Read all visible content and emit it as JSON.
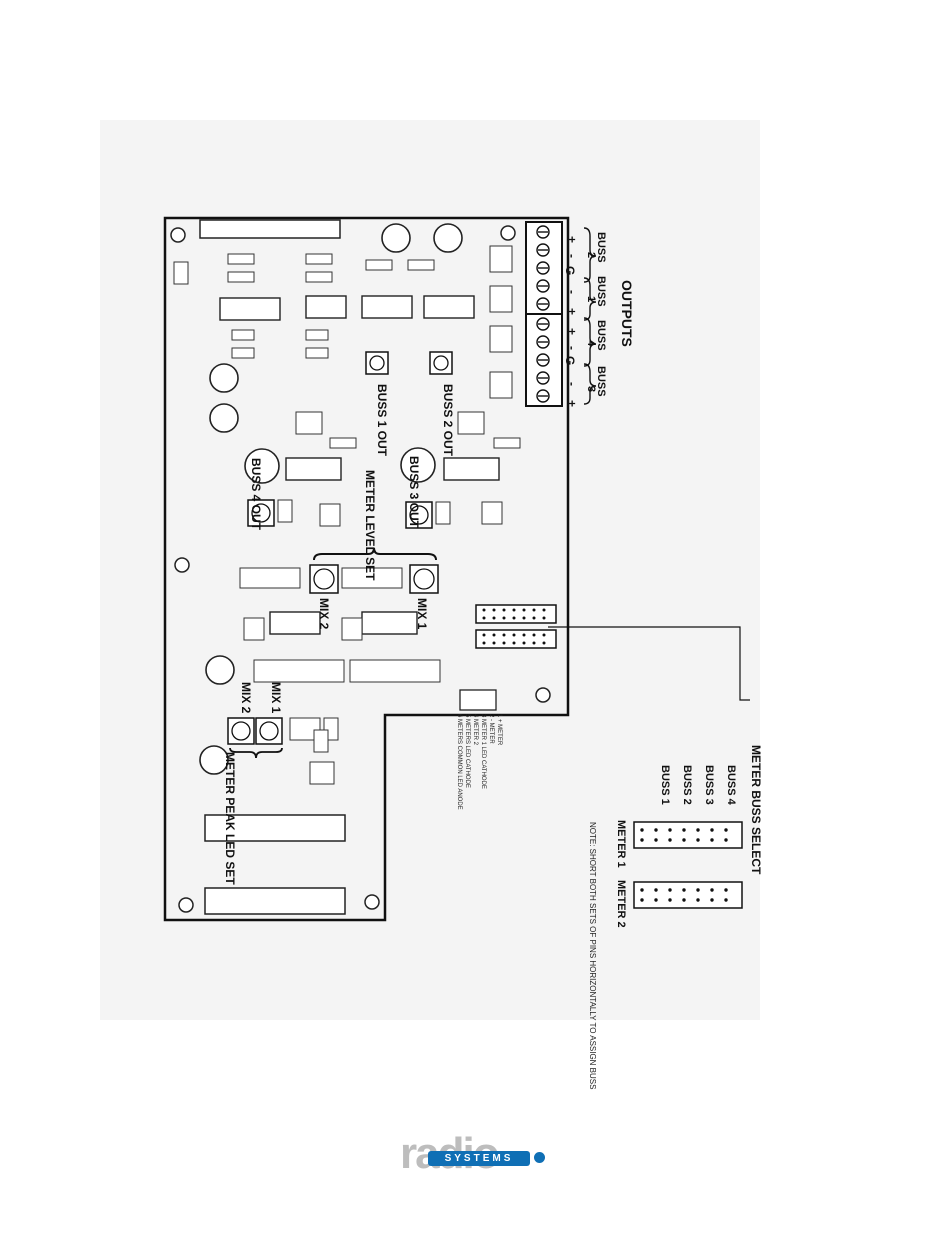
{
  "outputs": {
    "title": "OUTPUTS",
    "groups": [
      {
        "buss": "BUSS",
        "num": "2"
      },
      {
        "buss": "BUSS",
        "num": "1"
      },
      {
        "buss": "BUSS",
        "num": "4"
      },
      {
        "buss": "BUSS",
        "num": "3"
      }
    ],
    "signs": [
      "+",
      "-",
      "G",
      "-",
      "+",
      "+",
      "-",
      "G",
      "-",
      "+"
    ]
  },
  "board": {
    "buss1_out": "BUSS 1 OUT",
    "buss2_out": "BUSS 2 OUT",
    "buss3_out": "BUSS 3 OUT",
    "buss4_out": "BUSS 4 OUT",
    "meter_level_set": "METER LEVEL SET",
    "mix1": "MIX 1",
    "mix2": "MIX 2",
    "meter_peak_led_set": "METER PEAK LED SET",
    "j3_notes": [
      "1 + METER",
      "2 - METER",
      "3 METER 1 LED CATHODE",
      "4 METER 2",
      "5 METERS LED CATHODE",
      "6 METERS COMMON LED ANODE"
    ]
  },
  "meter_select": {
    "title": "METER BUSS SELECT",
    "busses": [
      "BUSS 4",
      "BUSS 3",
      "BUSS 2",
      "BUSS 1"
    ],
    "meter1": "METER 1",
    "meter2": "METER 2",
    "note": "NOTE: SHORT BOTH SETS OF PINS HORIZONTALLY TO ASSIGN BUSS"
  },
  "logo": {
    "word": "radio",
    "systems": "SYSTEMS",
    "colors": {
      "word": "#bdbdbd",
      "bar": "#0f6fb5"
    }
  }
}
